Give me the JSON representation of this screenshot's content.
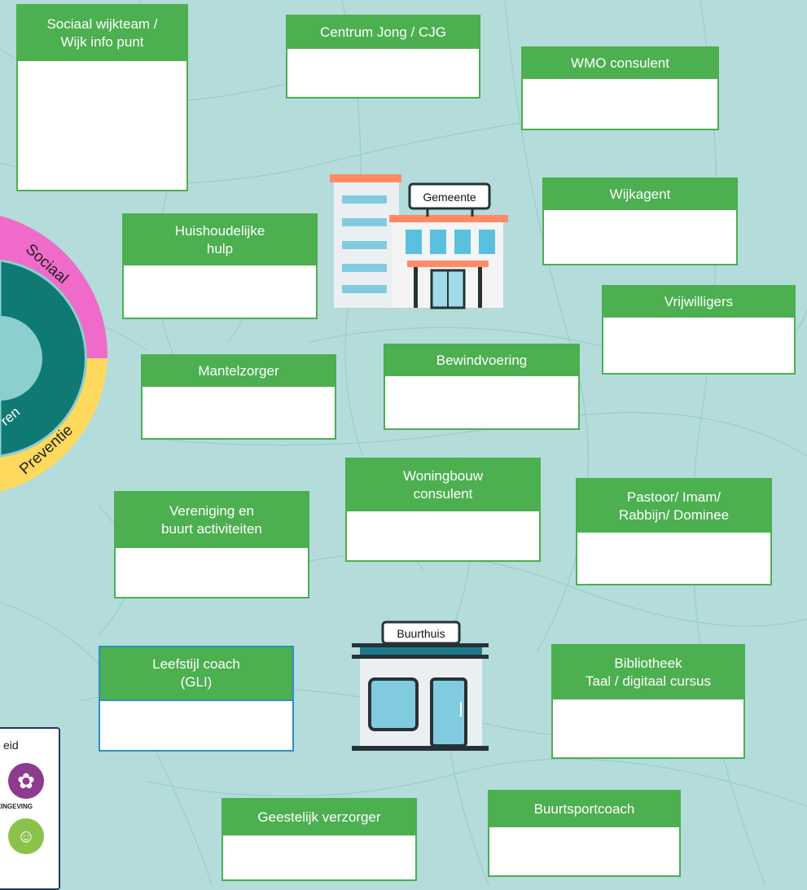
{
  "cards": [
    {
      "id": "sociaal-wijkteam",
      "lines": [
        "Sociaal wijkteam /",
        "Wijk info punt"
      ]
    },
    {
      "id": "centrum-jong",
      "lines": [
        "Centrum Jong / CJG"
      ]
    },
    {
      "id": "wmo-consulent",
      "lines": [
        "WMO consulent"
      ]
    },
    {
      "id": "wijkagent",
      "lines": [
        "Wijkagent"
      ]
    },
    {
      "id": "huishoudelijke-hulp",
      "lines": [
        "Huishoudelijke",
        "hulp"
      ]
    },
    {
      "id": "vrijwilligers",
      "lines": [
        "Vrijwilligers"
      ]
    },
    {
      "id": "mantelzorger",
      "lines": [
        "Mantelzorger"
      ]
    },
    {
      "id": "bewindvoering",
      "lines": [
        "Bewindvoering"
      ]
    },
    {
      "id": "woningbouw-consulent",
      "lines": [
        "Woningbouw",
        "consulent"
      ]
    },
    {
      "id": "pastoor",
      "lines": [
        "Pastoor/ Imam/",
        "Rabbijn/ Dominee"
      ]
    },
    {
      "id": "vereniging",
      "lines": [
        "Vereniging  en",
        "buurt activiteiten"
      ]
    },
    {
      "id": "leefstijl-coach",
      "lines": [
        "Leefstijl coach",
        "(GLI)"
      ]
    },
    {
      "id": "bibliotheek",
      "lines": [
        "Bibliotheek",
        "Taal / digitaal cursus"
      ]
    },
    {
      "id": "geestelijk-verzorger",
      "lines": [
        "Geestelijk verzorger"
      ]
    },
    {
      "id": "buurtsportcoach",
      "lines": [
        "Buurtsportcoach"
      ]
    }
  ],
  "buildings": {
    "gemeente_sign": "Gemeente",
    "buurthuis_sign": "Buurthuis"
  },
  "wheel": {
    "sociaal_label": "Sociaal",
    "preventie_label": "Preventie",
    "inner_fragment": "ren"
  },
  "legend": {
    "partial_text": "eid",
    "caption": "ZINGEVING"
  },
  "colors": {
    "background": "#b3dcdb",
    "card_header": "#4caf50",
    "sociaal": "#f06bc9",
    "preventie": "#ffd95e",
    "inner_ring": "#0f7a73"
  }
}
